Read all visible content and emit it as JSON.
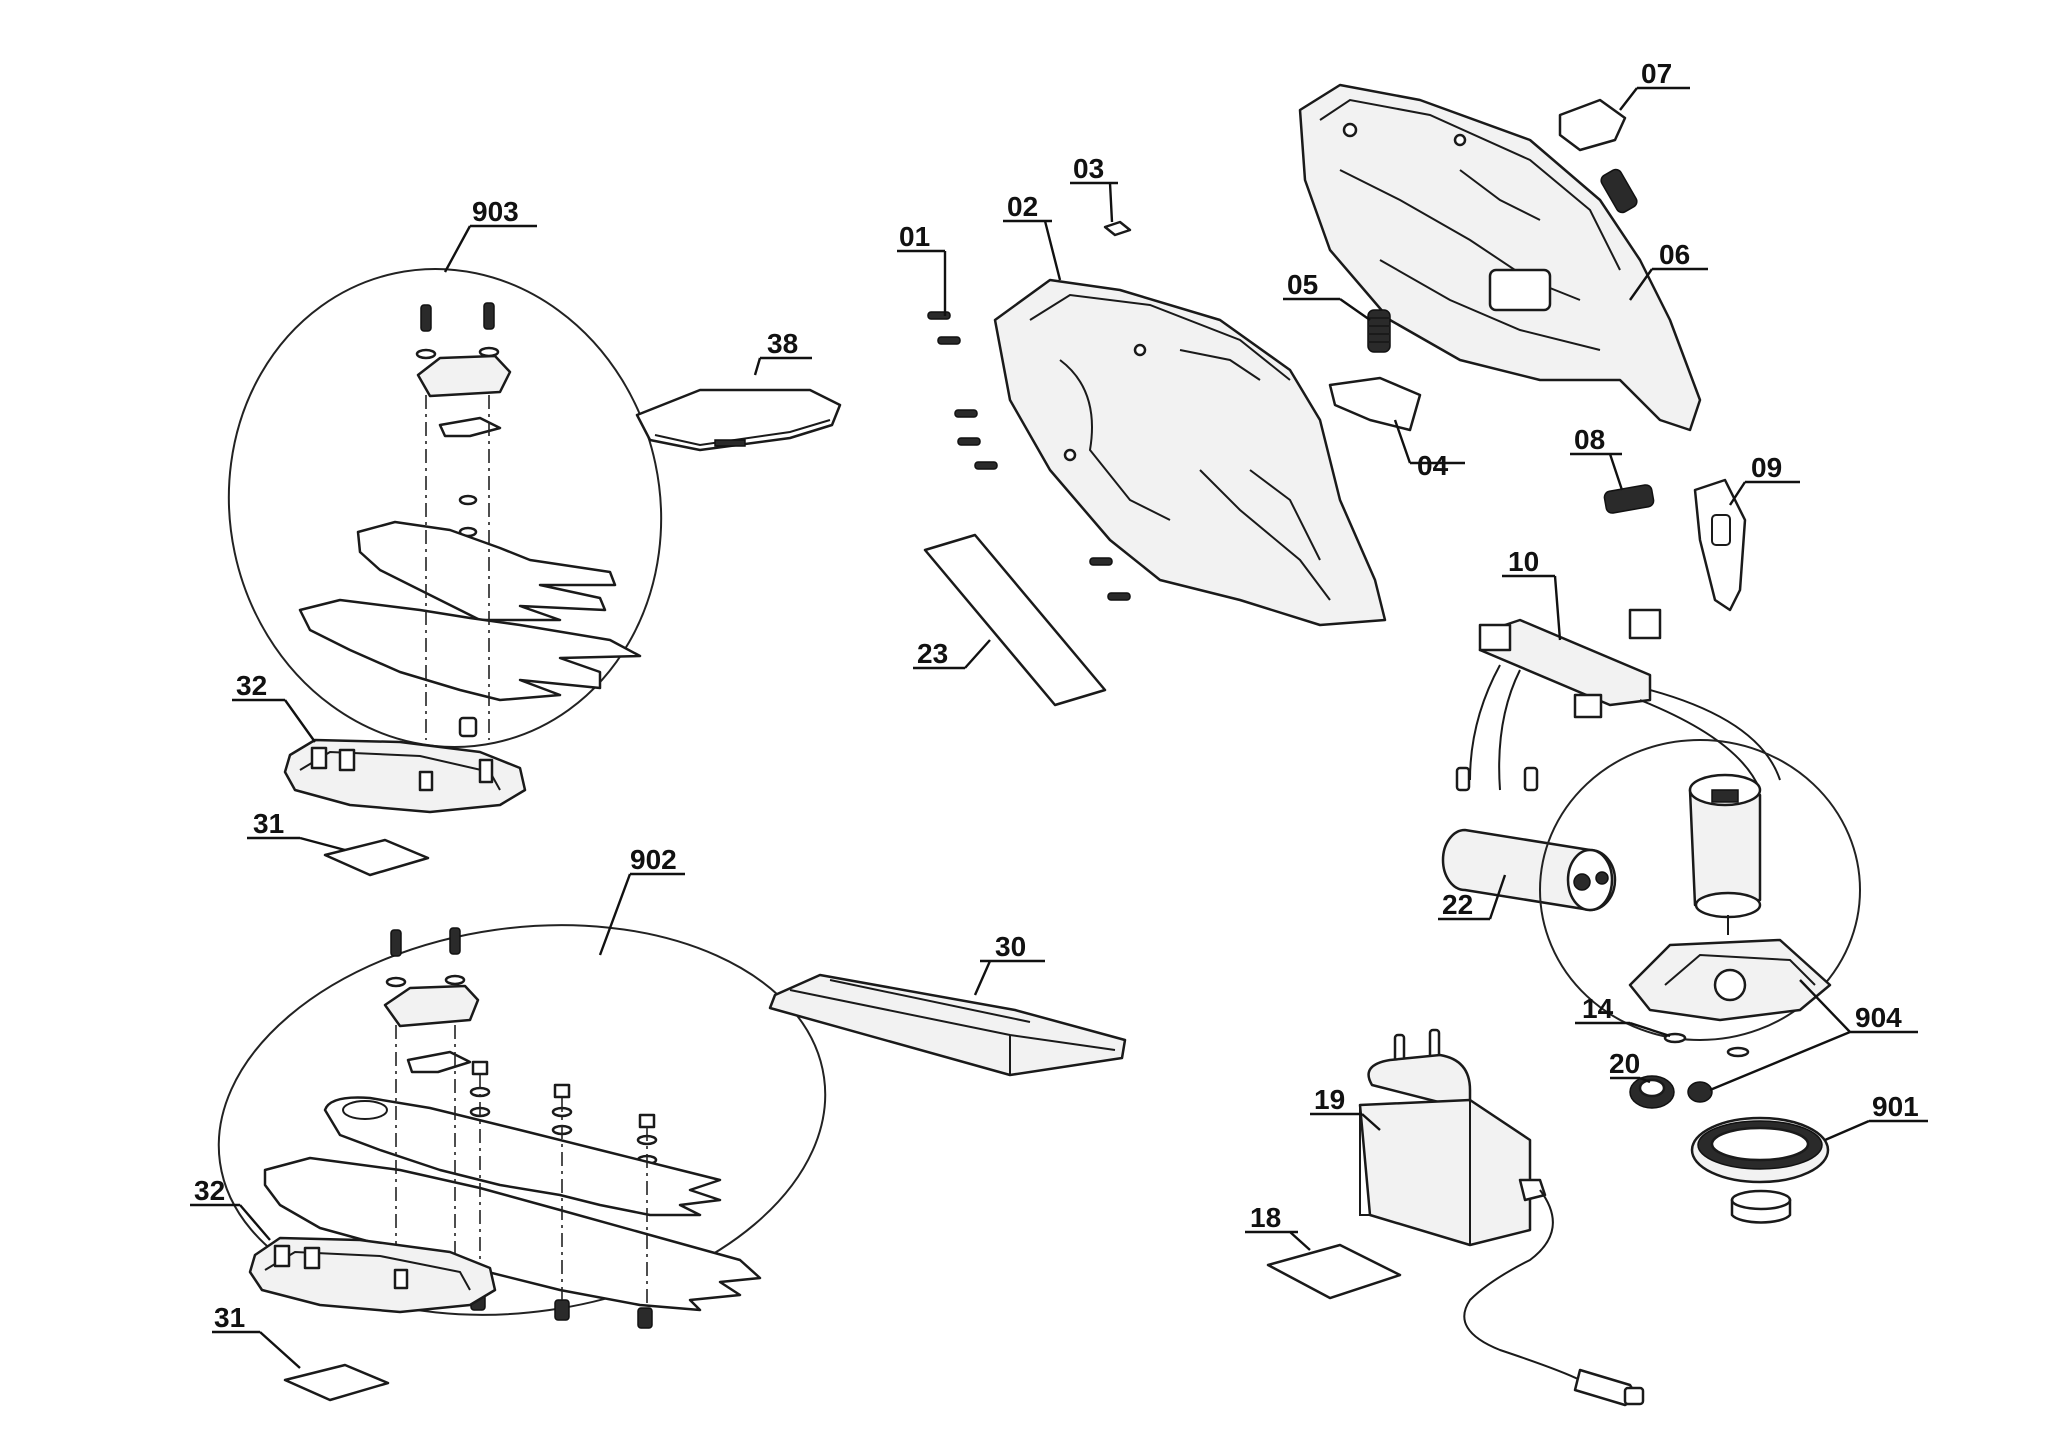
{
  "parts": {
    "p01": "01",
    "p02": "02",
    "p03": "03",
    "p04": "04",
    "p05": "05",
    "p06": "06",
    "p07": "07",
    "p08": "08",
    "p09": "09",
    "p10": "10",
    "p14": "14",
    "p18": "18",
    "p19": "19",
    "p20": "20",
    "p22": "22",
    "p23": "23",
    "p30": "30",
    "p31a": "31",
    "p31b": "31",
    "p32a": "32",
    "p32b": "32",
    "p38": "38",
    "p901": "901",
    "p902": "902",
    "p903": "903",
    "p904": "904"
  }
}
